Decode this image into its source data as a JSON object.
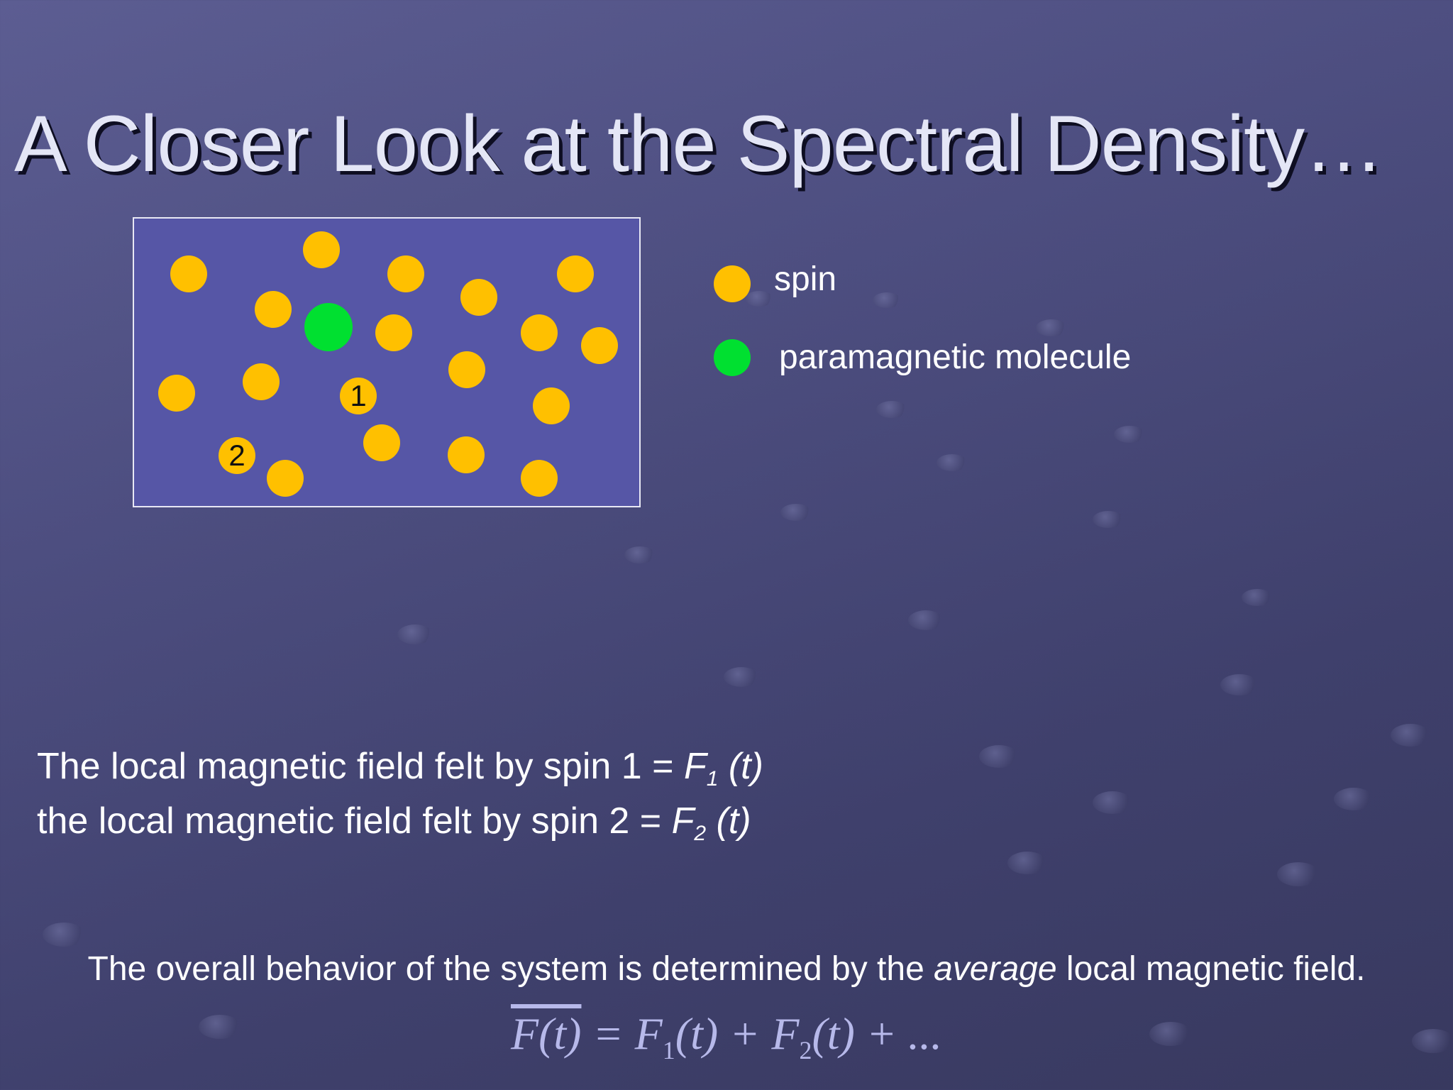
{
  "slide": {
    "title": "A Closer Look at the Spectral Density…"
  },
  "diagram": {
    "spin_label_1": "1",
    "spin_label_2": "2"
  },
  "legend": {
    "spin_label": "spin",
    "paramagnetic_label": "paramagnetic molecule"
  },
  "body": {
    "line1_text": "The local magnetic field felt by spin 1 = ",
    "line1_f": "F",
    "line1_sub": "1",
    "line1_t": " (t)",
    "line2_text": "the local magnetic field felt by spin 2 = ",
    "line2_f": "F",
    "line2_sub": "2",
    "line2_t": " (t)"
  },
  "summary": {
    "prefix": "The overall behavior of the system is determined by the ",
    "emphasis": "average",
    "suffix": " local magnetic field."
  },
  "equation": {
    "lhs": "F(t)",
    "eq": " = F",
    "sub1": "1",
    "mid": "(t) + F",
    "sub2": "2",
    "tail": "(t) + ..."
  },
  "colors": {
    "spin": "#ffc000",
    "paramagnetic": "#00e030",
    "box_fill": "#5656a6"
  }
}
